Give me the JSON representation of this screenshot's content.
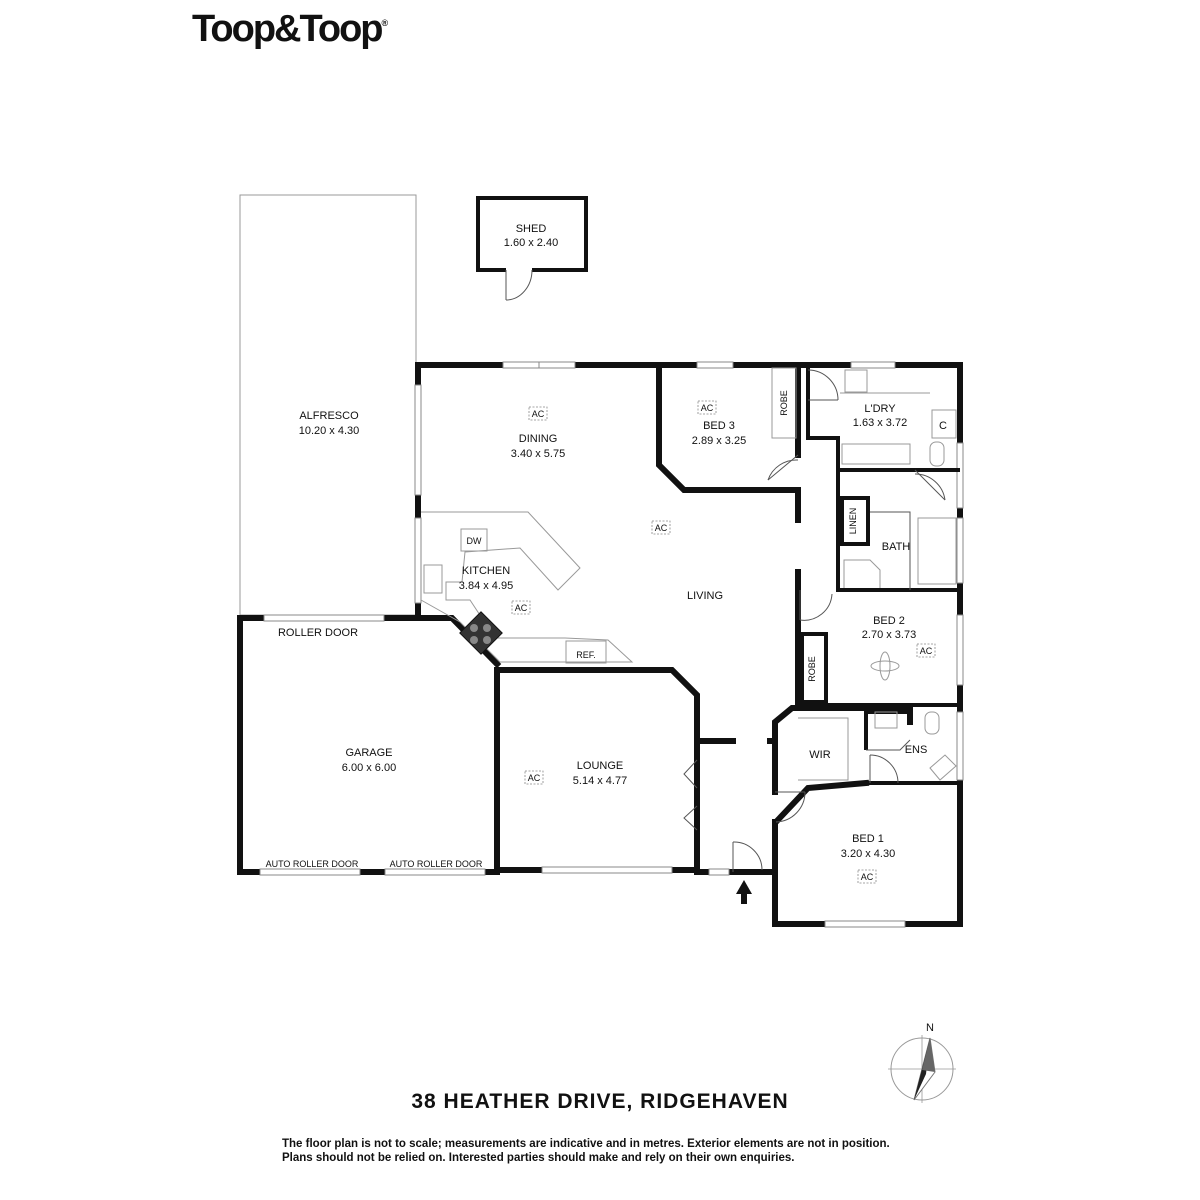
{
  "brand": {
    "logo_text": "Toop&Toop",
    "registered_mark": "®"
  },
  "rooms": {
    "shed": {
      "name": "SHED",
      "dims": "1.60 x 2.40"
    },
    "alfresco": {
      "name": "ALFRESCO",
      "dims": "10.20 x 4.30"
    },
    "dining": {
      "name": "DINING",
      "dims": "3.40 x 5.75"
    },
    "bed3": {
      "name": "BED 3",
      "dims": "2.89 x 3.25"
    },
    "robe": "ROBE",
    "ldry": {
      "name": "L'DRY",
      "dims": "1.63 x 3.72"
    },
    "cupboard": "C",
    "linen": "LINEN",
    "bath": "BATH",
    "kitchen": {
      "name": "KITCHEN",
      "dims": "3.84 x 4.95"
    },
    "dw": "DW",
    "ref": "REF.",
    "living": "LIVING",
    "bed2": {
      "name": "BED 2",
      "dims": "2.70 x 3.73"
    },
    "garage": {
      "name": "GARAGE",
      "dims": "6.00 x 6.00"
    },
    "roller_door": "ROLLER DOOR",
    "auto_roller_door": "AUTO ROLLER DOOR",
    "lounge": {
      "name": "LOUNGE",
      "dims": "5.14 x 4.77"
    },
    "wir": "WIR",
    "ens": "ENS",
    "bed1": {
      "name": "BED 1",
      "dims": "3.20 x 4.30"
    },
    "ac": "AC"
  },
  "compass": {
    "north": "N"
  },
  "address": "38 HEATHER DRIVE, RIDGEHAVEN",
  "disclaimer": {
    "line1": "The floor plan is not to scale; measurements are indicative and in metres. Exterior elements are not in position.",
    "line2": "Plans should not be relied on. Interested parties should make and rely on their own enquiries."
  }
}
